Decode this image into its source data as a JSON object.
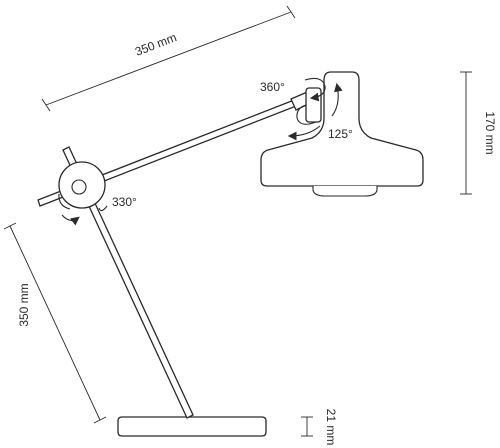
{
  "dimensions": {
    "arm_length": "350 mm",
    "stand_height": "350 mm",
    "shade_height": "170 mm",
    "base_height": "21 mm"
  },
  "rotations": {
    "head_swivel": "360°",
    "shade_tilt": "125°",
    "pivot_rotation": "330°"
  },
  "colors": {
    "line": "#2a2a2a",
    "background": "#ffffff"
  }
}
